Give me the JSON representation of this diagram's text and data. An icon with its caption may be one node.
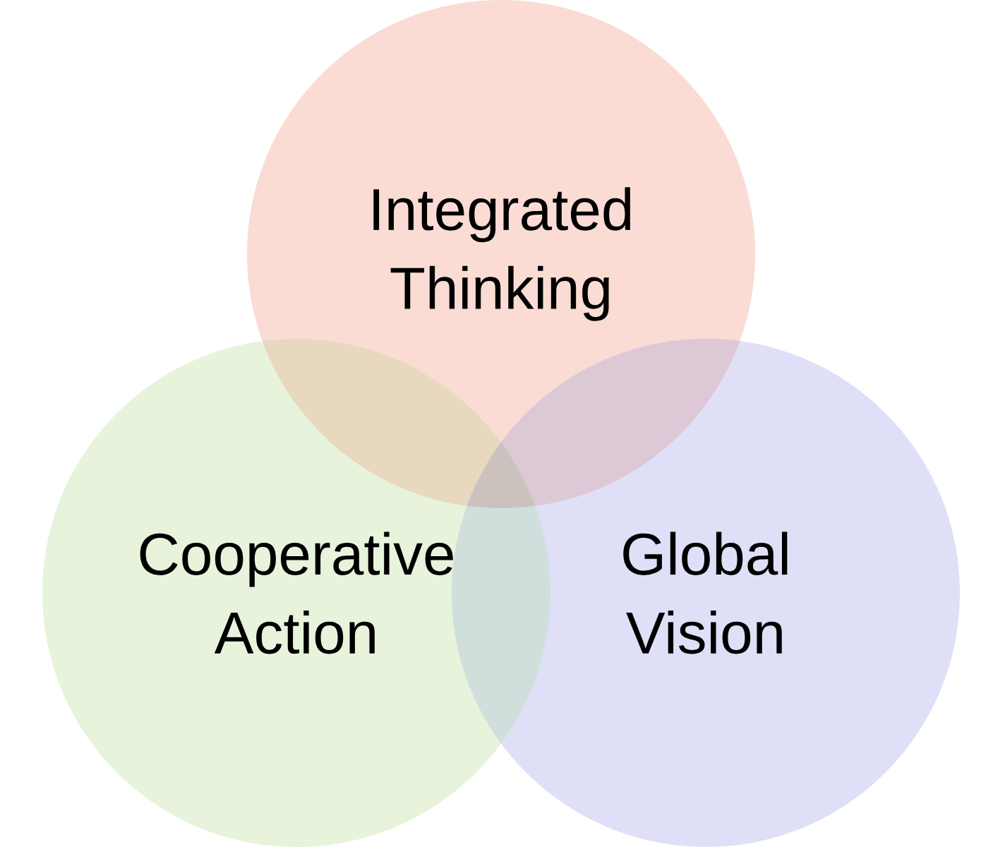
{
  "diagram": {
    "nodes": [
      {
        "text": [
          "Integrated Thinking"
        ]
      },
      {
        "text": [
          "Cooperative Action"
        ]
      },
      {
        "text": [
          "Global Vision"
        ]
      }
    ]
  }
}
